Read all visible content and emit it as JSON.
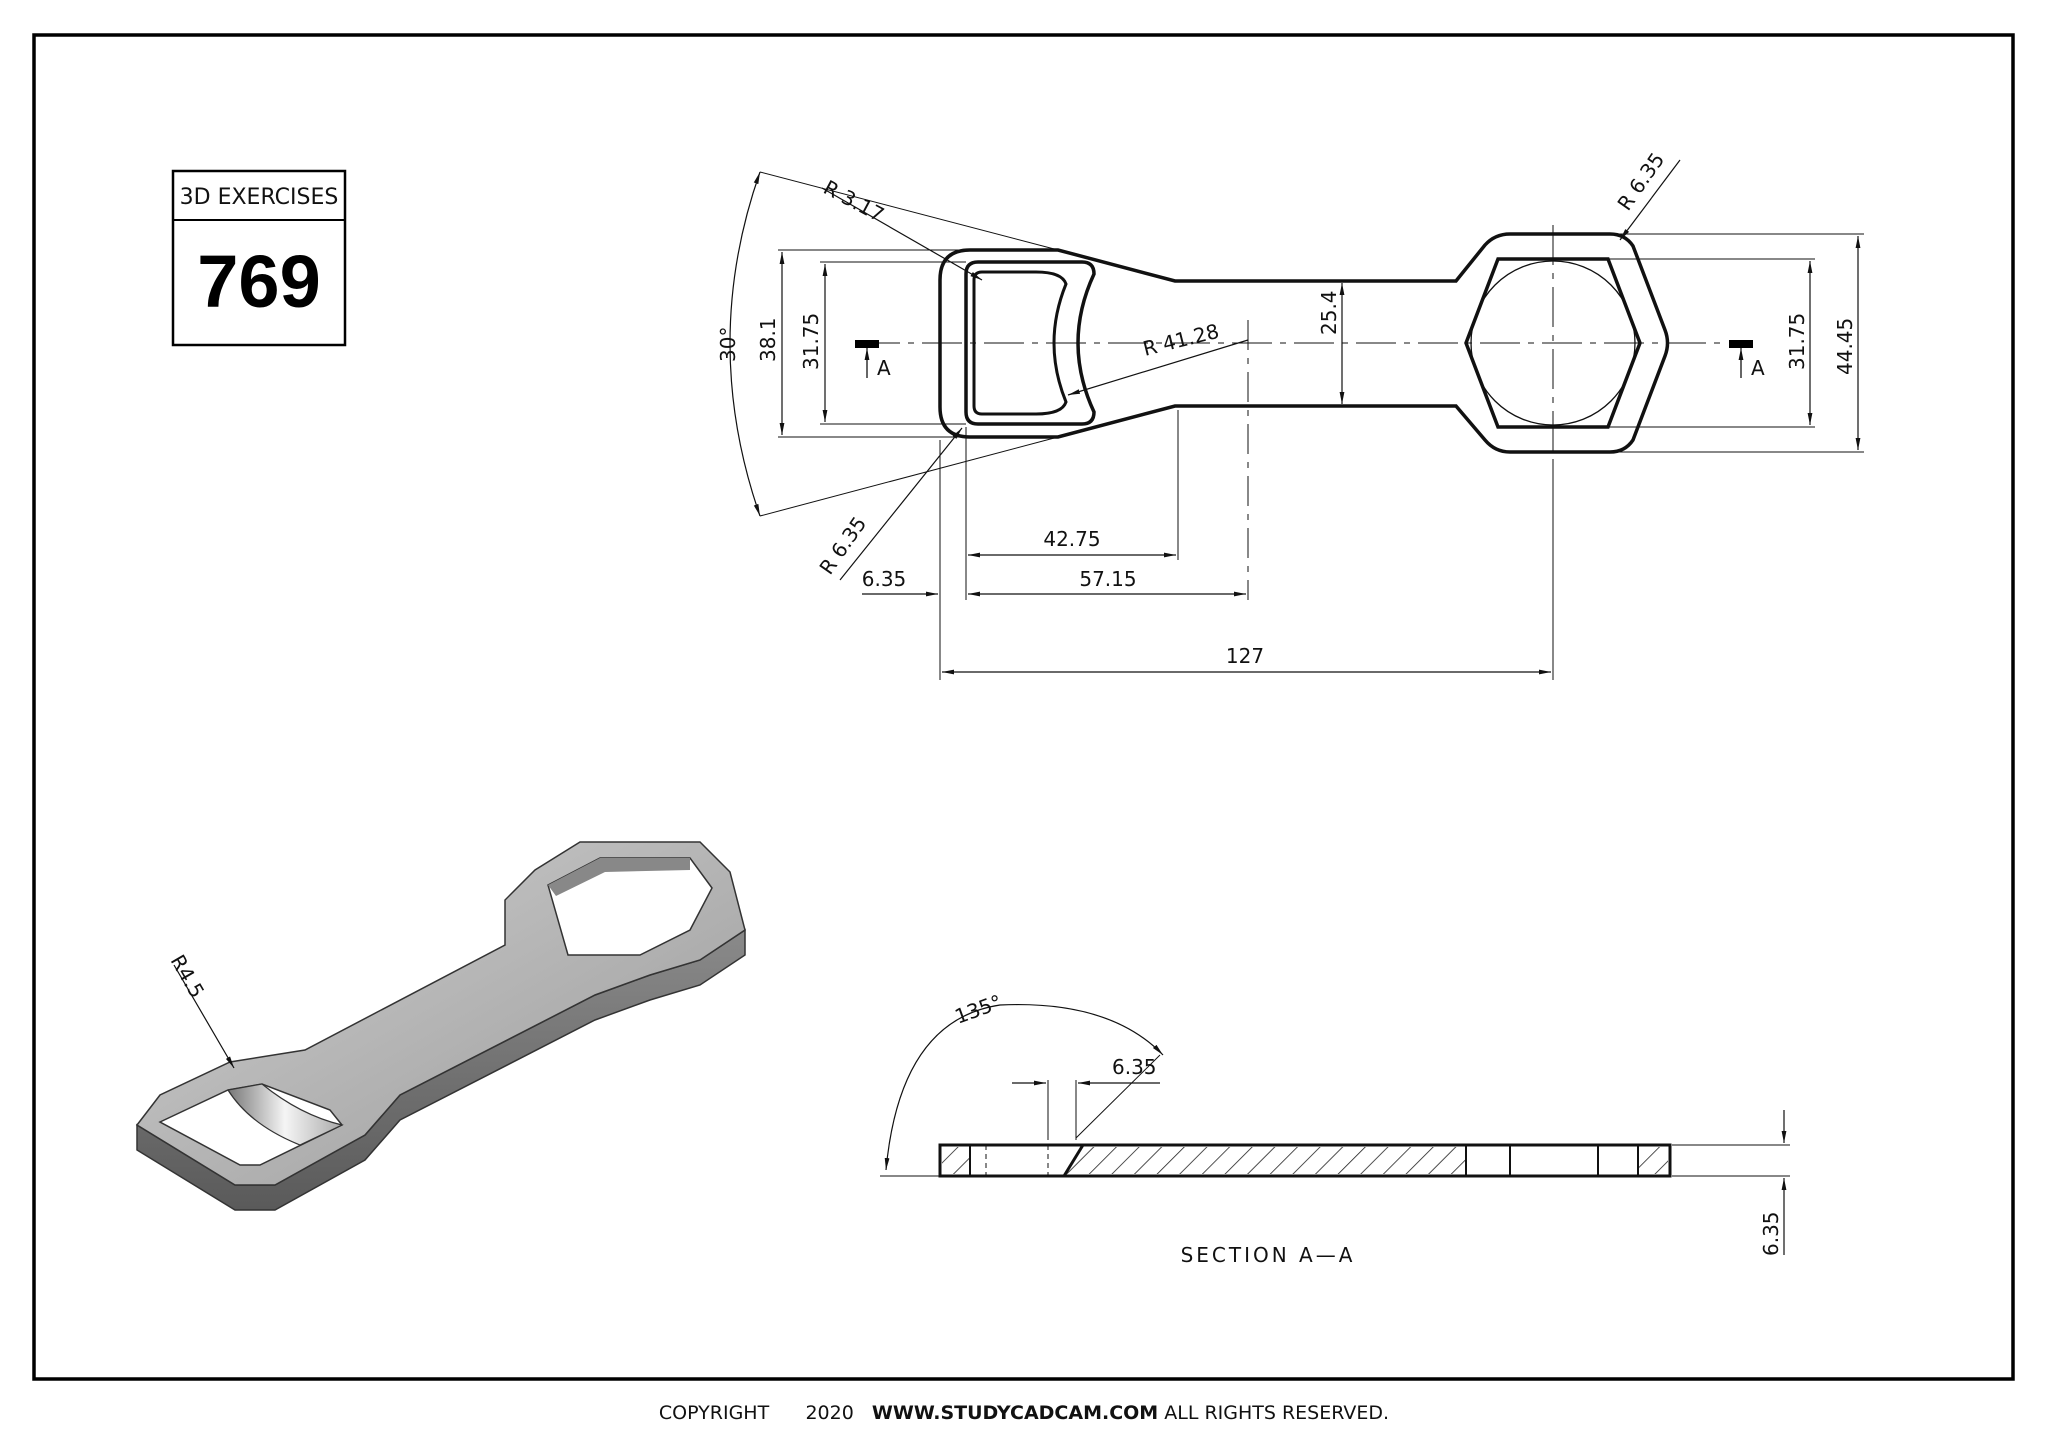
{
  "title_block": {
    "category": "3D EXERCISES",
    "number": "769"
  },
  "dimensions": {
    "r_3_17": "R 3.17",
    "r_6_35_top": "R 6.35",
    "r_6_35_bottom": "R 6.35",
    "r_41_28": "R 41.28",
    "angle_30": "30°",
    "d_38_1": "38.1",
    "d_31_75_left": "31.75",
    "d_25_4": "25.4",
    "d_31_75_right": "31.75",
    "d_44_45": "44.45",
    "d_42_75": "42.75",
    "d_57_15": "57.15",
    "d_6_35_left": "6.35",
    "d_127": "127",
    "section_angle": "135°",
    "section_6_35_top": "6.35",
    "section_thickness": "6.35",
    "iso_r_4_5": "R4.5"
  },
  "section_markers": {
    "left_letter": "A",
    "right_letter": "A"
  },
  "section_title": "SECTION A—A",
  "footer": {
    "copyright_word": "COPYRIGHT",
    "year": "2020",
    "site": "WWW.STUDYCADCAM.COM",
    "rights": "ALL RIGHTS RESERVED."
  }
}
